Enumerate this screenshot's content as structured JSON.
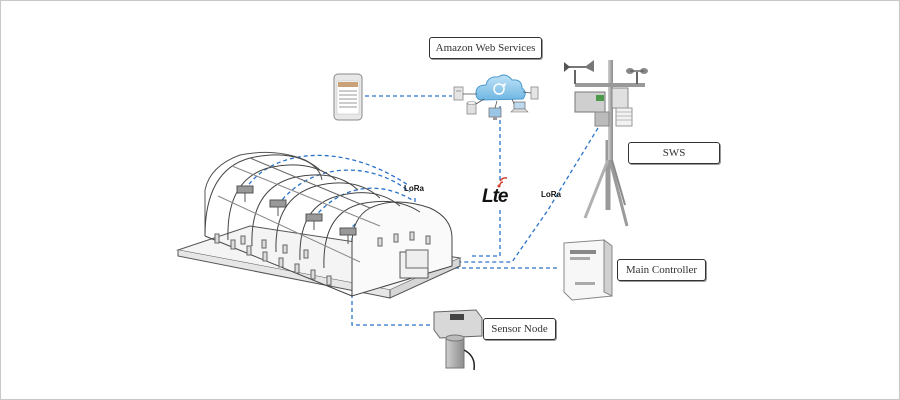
{
  "labels": {
    "aws": "Amazon Web Services",
    "sws": "SWS",
    "main_controller": "Main Controller",
    "sensor_node": "Sensor Node"
  },
  "protocols": {
    "lora": "LoRa",
    "lte": "Lte"
  },
  "colors": {
    "link": "#2a73c9",
    "frame": "#cccccc",
    "label_border": "#333333"
  },
  "icons": [
    "smartphone-icon",
    "cloud-icon",
    "server-icon",
    "database-icon",
    "monitor-icon",
    "laptop-icon",
    "weather-station-icon",
    "greenhouse-icon",
    "controller-box-icon",
    "sensor-node-icon",
    "signal-icon"
  ]
}
